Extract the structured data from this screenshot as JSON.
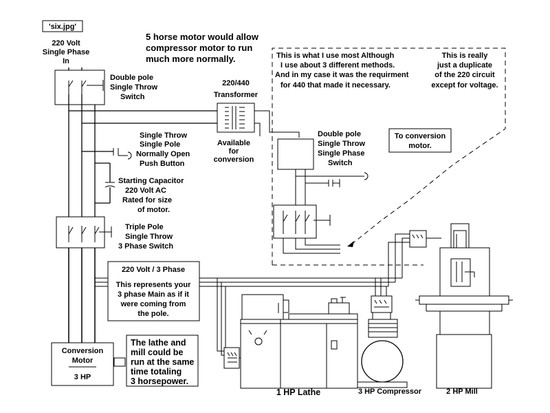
{
  "filename_tag": "'six.jpg'",
  "power_in": [
    "220 Volt",
    "Single Phase",
    "In"
  ],
  "top_note": [
    "5 horse motor would allow",
    "compressor motor to run",
    "much more normally."
  ],
  "dp_switch_label": [
    "Double pole",
    "Single Throw",
    "Switch"
  ],
  "transformer_label": [
    "220/440",
    "Transformer"
  ],
  "available_label": [
    "Available",
    "for",
    "conversion"
  ],
  "inset_note_left": [
    "This is what I use  most  Although",
    "I use about 3  different methods.",
    "And in my case it was the requirment",
    "for 440 that made it necessary."
  ],
  "inset_note_right": [
    "This is really",
    "just a duplicate",
    "of the 220 circuit",
    "except for voltage."
  ],
  "inset_switch_label": [
    "Double pole",
    "Single Throw",
    "Single Phase",
    "Switch"
  ],
  "to_conversion_label": [
    "To conversion",
    "motor."
  ],
  "push_button_label": [
    "Single Throw",
    "Single Pole",
    "Normally Open",
    "Push Button"
  ],
  "capacitor_label": [
    "Starting Capacitor",
    "220 Volt AC",
    "Rated for size",
    "of motor."
  ],
  "tp_switch_label": [
    "Triple Pole",
    "Single Throw",
    "3 Phase Switch"
  ],
  "main_box": {
    "title": "220 Volt / 3 Phase",
    "lines": [
      "This represents your",
      "3 phase Main as if it",
      "were coming from",
      "the pole."
    ]
  },
  "conversion_motor": [
    "Conversion",
    "Motor",
    "3 HP"
  ],
  "lathe_mill_note": [
    "The lathe and",
    "mill could be",
    "run at the same",
    "time totaling",
    "3 horsepower."
  ],
  "machines": {
    "lathe": "1 HP Lathe",
    "compressor": "3 HP  Compressor",
    "mill": "2 HP Mill"
  }
}
